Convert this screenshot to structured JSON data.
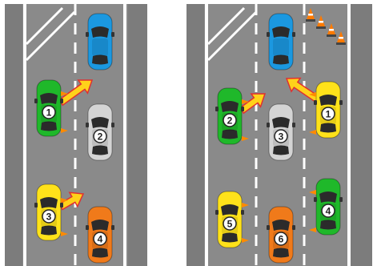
{
  "colors": {
    "road": "#8a8a8a",
    "road_edge": "#9a9a9a",
    "lane_line": "#ffffff",
    "arrow_fill": "#ffd21a",
    "arrow_edge": "#e03030",
    "indicator": "#ff8a00",
    "green": "#1fb82a",
    "blue": "#1b98e0",
    "silver": "#d4d4d4",
    "yellow": "#ffe21a",
    "orange": "#f07a1a",
    "cone_orange": "#ff7a00"
  },
  "left_panel": {
    "cars": [
      {
        "id": "blue-car",
        "color": "blue",
        "number": ""
      },
      {
        "id": "car-1",
        "color": "green",
        "number": "1"
      },
      {
        "id": "car-2",
        "color": "silver",
        "number": "2"
      },
      {
        "id": "car-3",
        "color": "yellow",
        "number": "3"
      },
      {
        "id": "car-4",
        "color": "orange",
        "number": "4"
      }
    ]
  },
  "right_panel": {
    "cars": [
      {
        "id": "blue-car",
        "color": "blue",
        "number": ""
      },
      {
        "id": "car-1",
        "color": "yellow",
        "number": "1"
      },
      {
        "id": "car-2",
        "color": "green",
        "number": "2"
      },
      {
        "id": "car-3",
        "color": "silver",
        "number": "3"
      },
      {
        "id": "car-4",
        "color": "green",
        "number": "4"
      },
      {
        "id": "car-5",
        "color": "yellow",
        "number": "5"
      },
      {
        "id": "car-6",
        "color": "orange",
        "number": "6"
      }
    ],
    "cones": 4
  }
}
